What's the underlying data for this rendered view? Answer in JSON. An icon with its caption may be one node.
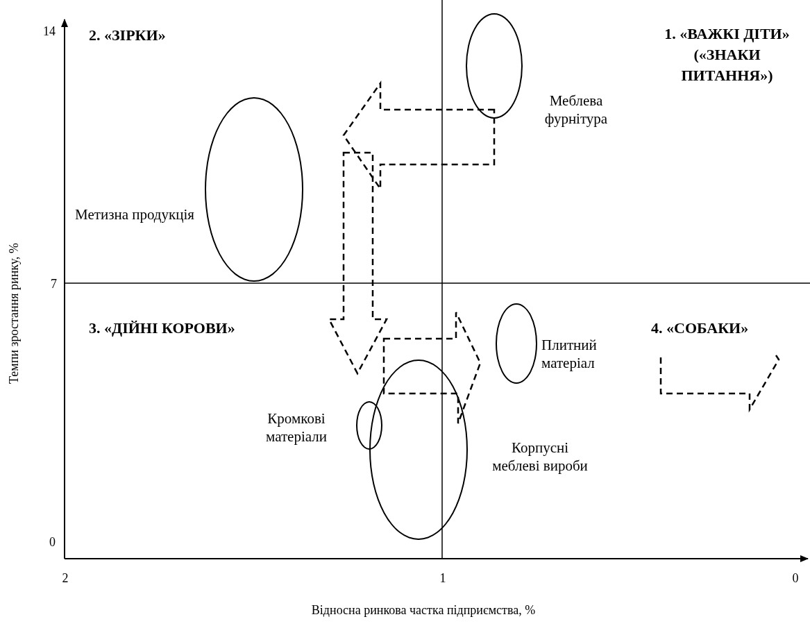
{
  "diagram": {
    "nodes": [
      {
        "text": [],
        "shape": "circle",
        "beside": [
          "Метизна продукція"
        ]
      },
      {
        "text": [],
        "shape": "circle",
        "beside": [
          "Меблева фурнітура"
        ]
      },
      {
        "text": [],
        "shape": "circle",
        "beside": [
          "Плитний матеріал"
        ]
      },
      {
        "text": [],
        "shape": "circle",
        "beside": [
          "Кромкові матеріали"
        ]
      },
      {
        "text": [],
        "shape": "circle",
        "beside": [
          "Корпусні меблеві вироби"
        ]
      }
    ],
    "labels": [
      "14",
      "2. «ЗІРКИ»",
      "1. «ВАЖКІ ДІТИ» («ЗНАКИ ПИТАННЯ»)",
      "7",
      "3. «ДІЙНІ КОРОВИ»",
      "4. «СОБАКИ»",
      "0",
      "2",
      "1",
      "0",
      "Темпи зростання ринку, %",
      "Відносна ринкова частка підприємства, %"
    ]
  }
}
